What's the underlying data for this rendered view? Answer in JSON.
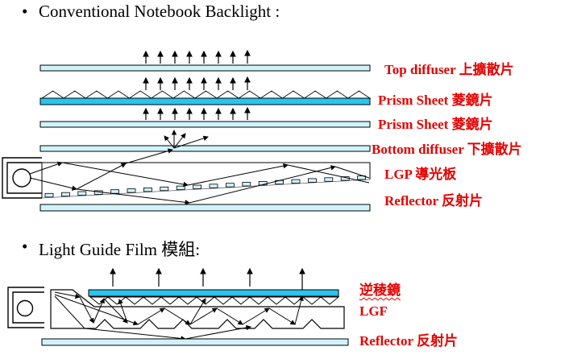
{
  "colors": {
    "label_red": "#e60000",
    "pale_cyan": "#cff3fb",
    "bright_cyan": "#2ac4ef",
    "outline": "#000000"
  },
  "sections": [
    {
      "bullet": "•",
      "title": "Conventional Notebook Backlight :",
      "labels": [
        {
          "text": "Top diffuser 上擴散片"
        },
        {
          "text": "Prism Sheet 菱鏡片"
        },
        {
          "text": "Prism Sheet 菱鏡片"
        },
        {
          "text": "Bottom diffuser 下擴散片"
        },
        {
          "text": "LGP 導光板"
        },
        {
          "text": "Reflector 反射片"
        }
      ]
    },
    {
      "bullet": "•",
      "title": "Light Guide Film 模組:",
      "labels": [
        {
          "text": "逆稜鏡"
        },
        {
          "text": "LGF"
        },
        {
          "text": "Reflector 反射片"
        }
      ]
    }
  ]
}
